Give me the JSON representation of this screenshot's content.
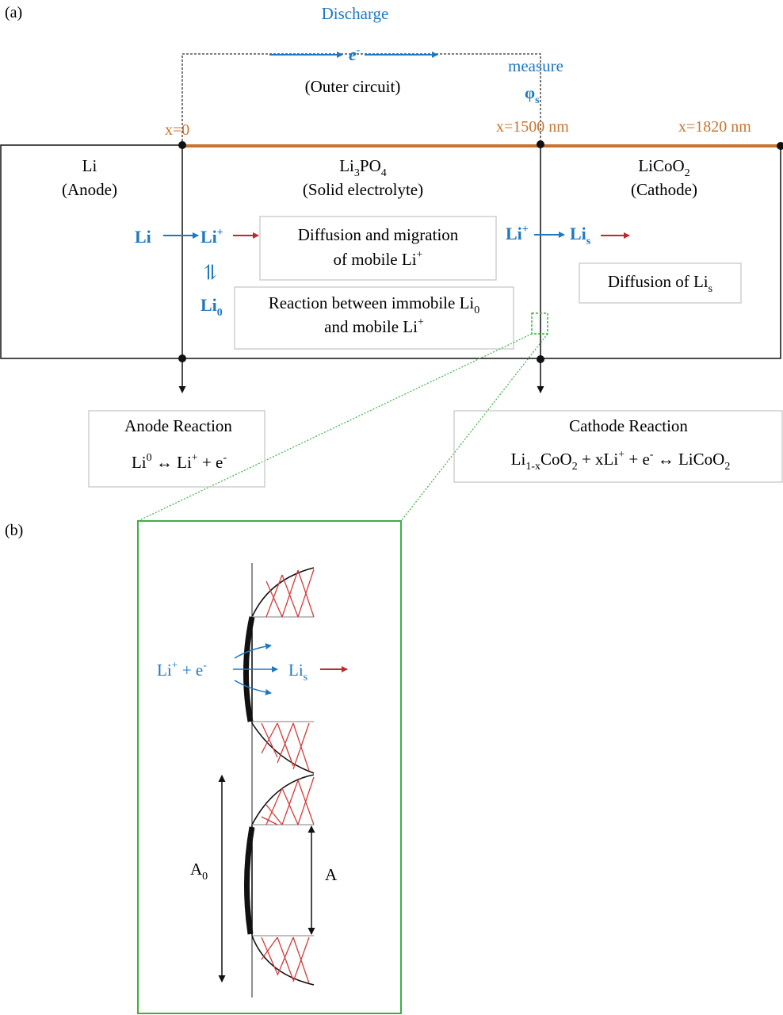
{
  "panel_a": {
    "label": "(a)",
    "discharge": "Discharge",
    "electron": "e",
    "electron_sup": "-",
    "outer_circuit": "(Outer circuit)",
    "measure": "measure",
    "phi": "φ",
    "phi_sub": "s",
    "x0": "x=0",
    "x1500": "x=1500 nm",
    "x1820": "x=1820 nm",
    "anode_name": "Li",
    "anode_role": "(Anode)",
    "electrolyte_name": "Li",
    "electrolyte_sub1": "3",
    "electrolyte_mid": "PO",
    "electrolyte_sub2": "4",
    "electrolyte_role": "(Solid electrolyte)",
    "cathode_name": "LiCoO",
    "cathode_sub": "2",
    "cathode_role": "(Cathode)",
    "li_left": "Li",
    "li_plus": "Li",
    "plus": "+",
    "li0": "Li",
    "li0_sub": "0",
    "equilibrium": "⇌",
    "diffusion_line1": "Diffusion and migration",
    "diffusion_line2": "of mobile Li",
    "reaction_line1": "Reaction between immobile Li",
    "reaction_line1_sub": "0",
    "reaction_line2": "and mobile Li",
    "li_plus_cathode": "Li",
    "li_s": "Li",
    "li_s_sub": "s",
    "diffusion_lis": "Diffusion of Li",
    "diffusion_lis_sub": "s",
    "anode_reaction_title": "Anode Reaction",
    "anode_reaction_eq_a": "Li",
    "anode_reaction_eq_sup0": "0",
    "anode_reaction_eq_b": " ↔ Li",
    "anode_reaction_eq_c": " + e",
    "minus": "-",
    "cathode_reaction_title": "Cathode Reaction",
    "cathode_eq_a": "Li",
    "cathode_eq_sub": "1-x",
    "cathode_eq_b": "CoO",
    "cathode_eq_sub2": "2",
    "cathode_eq_c": " + xLi",
    "cathode_eq_d": " + e",
    "cathode_eq_e": " ↔ LiCoO",
    "cathode_eq_sub3": "2"
  },
  "panel_b": {
    "label": "(b)",
    "li_plus_e": "Li",
    "li_plus_e_tail": " + e",
    "li_s": "Li",
    "li_s_sub": "s",
    "a0": "A",
    "a0_sub": "0",
    "a": "A"
  },
  "colors": {
    "blue": "#1f78c1",
    "orange": "#c8742f",
    "red": "#c0282d",
    "green": "#3cb043",
    "gray_box": "#cfcfcf"
  }
}
